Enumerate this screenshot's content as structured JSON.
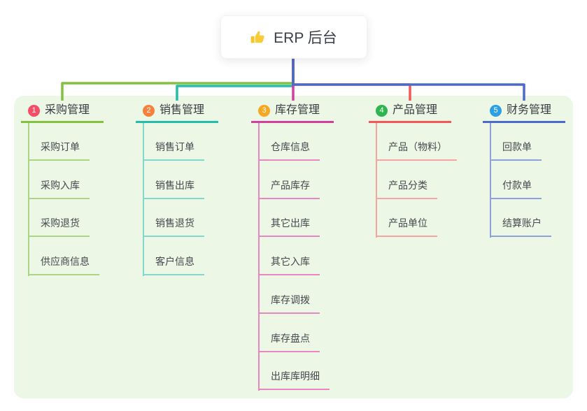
{
  "root": {
    "icon": "thumbs-up-icon",
    "label": "ERP 后台"
  },
  "colors": {
    "canvas_bg": "#ffffff",
    "panel_bg": "#ecf7e6",
    "root_text": "#3a3f49",
    "header_text": "#383d44",
    "child_text": "#44494f"
  },
  "branches": [
    {
      "badge": "1",
      "label": "采购管理",
      "color": "#82c23e",
      "light": "#a9d584",
      "badge_color": "#f54f68",
      "children": [
        "采购订单",
        "采购入库",
        "采购退货",
        "供应商信息"
      ]
    },
    {
      "badge": "2",
      "label": "销售管理",
      "color": "#24bcab",
      "light": "#82d8cd",
      "badge_color": "#f7813c",
      "children": [
        "销售订单",
        "销售出库",
        "销售退货",
        "客户信息"
      ]
    },
    {
      "badge": "3",
      "label": "库存管理",
      "color": "#d23f9f",
      "light": "#ea86c3",
      "badge_color": "#f6a723",
      "children": [
        "仓库信息",
        "产品库存",
        "其它出库",
        "其它入库",
        "库存调拨",
        "库存盘点",
        "出库库明细"
      ]
    },
    {
      "badge": "4",
      "label": "产品管理",
      "color": "#f55757",
      "light": "#f9a3a3",
      "badge_color": "#2eb550",
      "children": [
        "产品（物料）",
        "产品分类",
        "产品单位"
      ]
    },
    {
      "badge": "5",
      "label": "财务管理",
      "color": "#4b6ace",
      "light": "#8da2dd",
      "badge_color": "#2d9fe3",
      "children": [
        "回款单",
        "付款单",
        "结算账户"
      ]
    }
  ]
}
